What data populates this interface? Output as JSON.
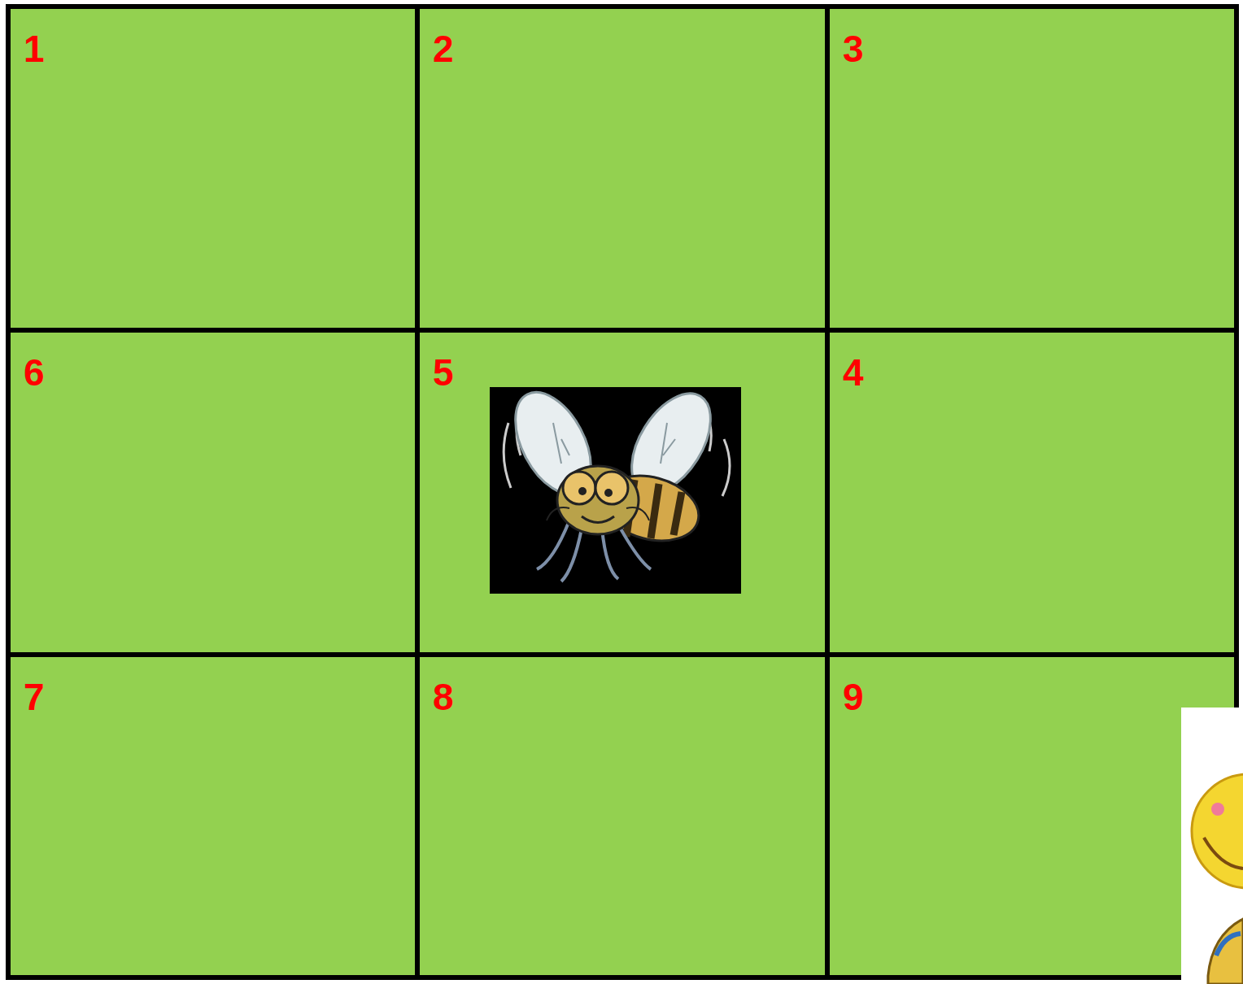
{
  "diagram": {
    "nodes": [
      {
        "text": [
          "1"
        ]
      },
      {
        "text": [
          "2"
        ]
      },
      {
        "text": [
          "3"
        ]
      },
      {
        "text": [
          "6"
        ]
      },
      {
        "text": [
          "5"
        ]
      },
      {
        "text": [
          "4"
        ]
      },
      {
        "text": [
          "7"
        ]
      },
      {
        "text": [
          "8"
        ]
      },
      {
        "text": [
          "9"
        ]
      }
    ]
  }
}
